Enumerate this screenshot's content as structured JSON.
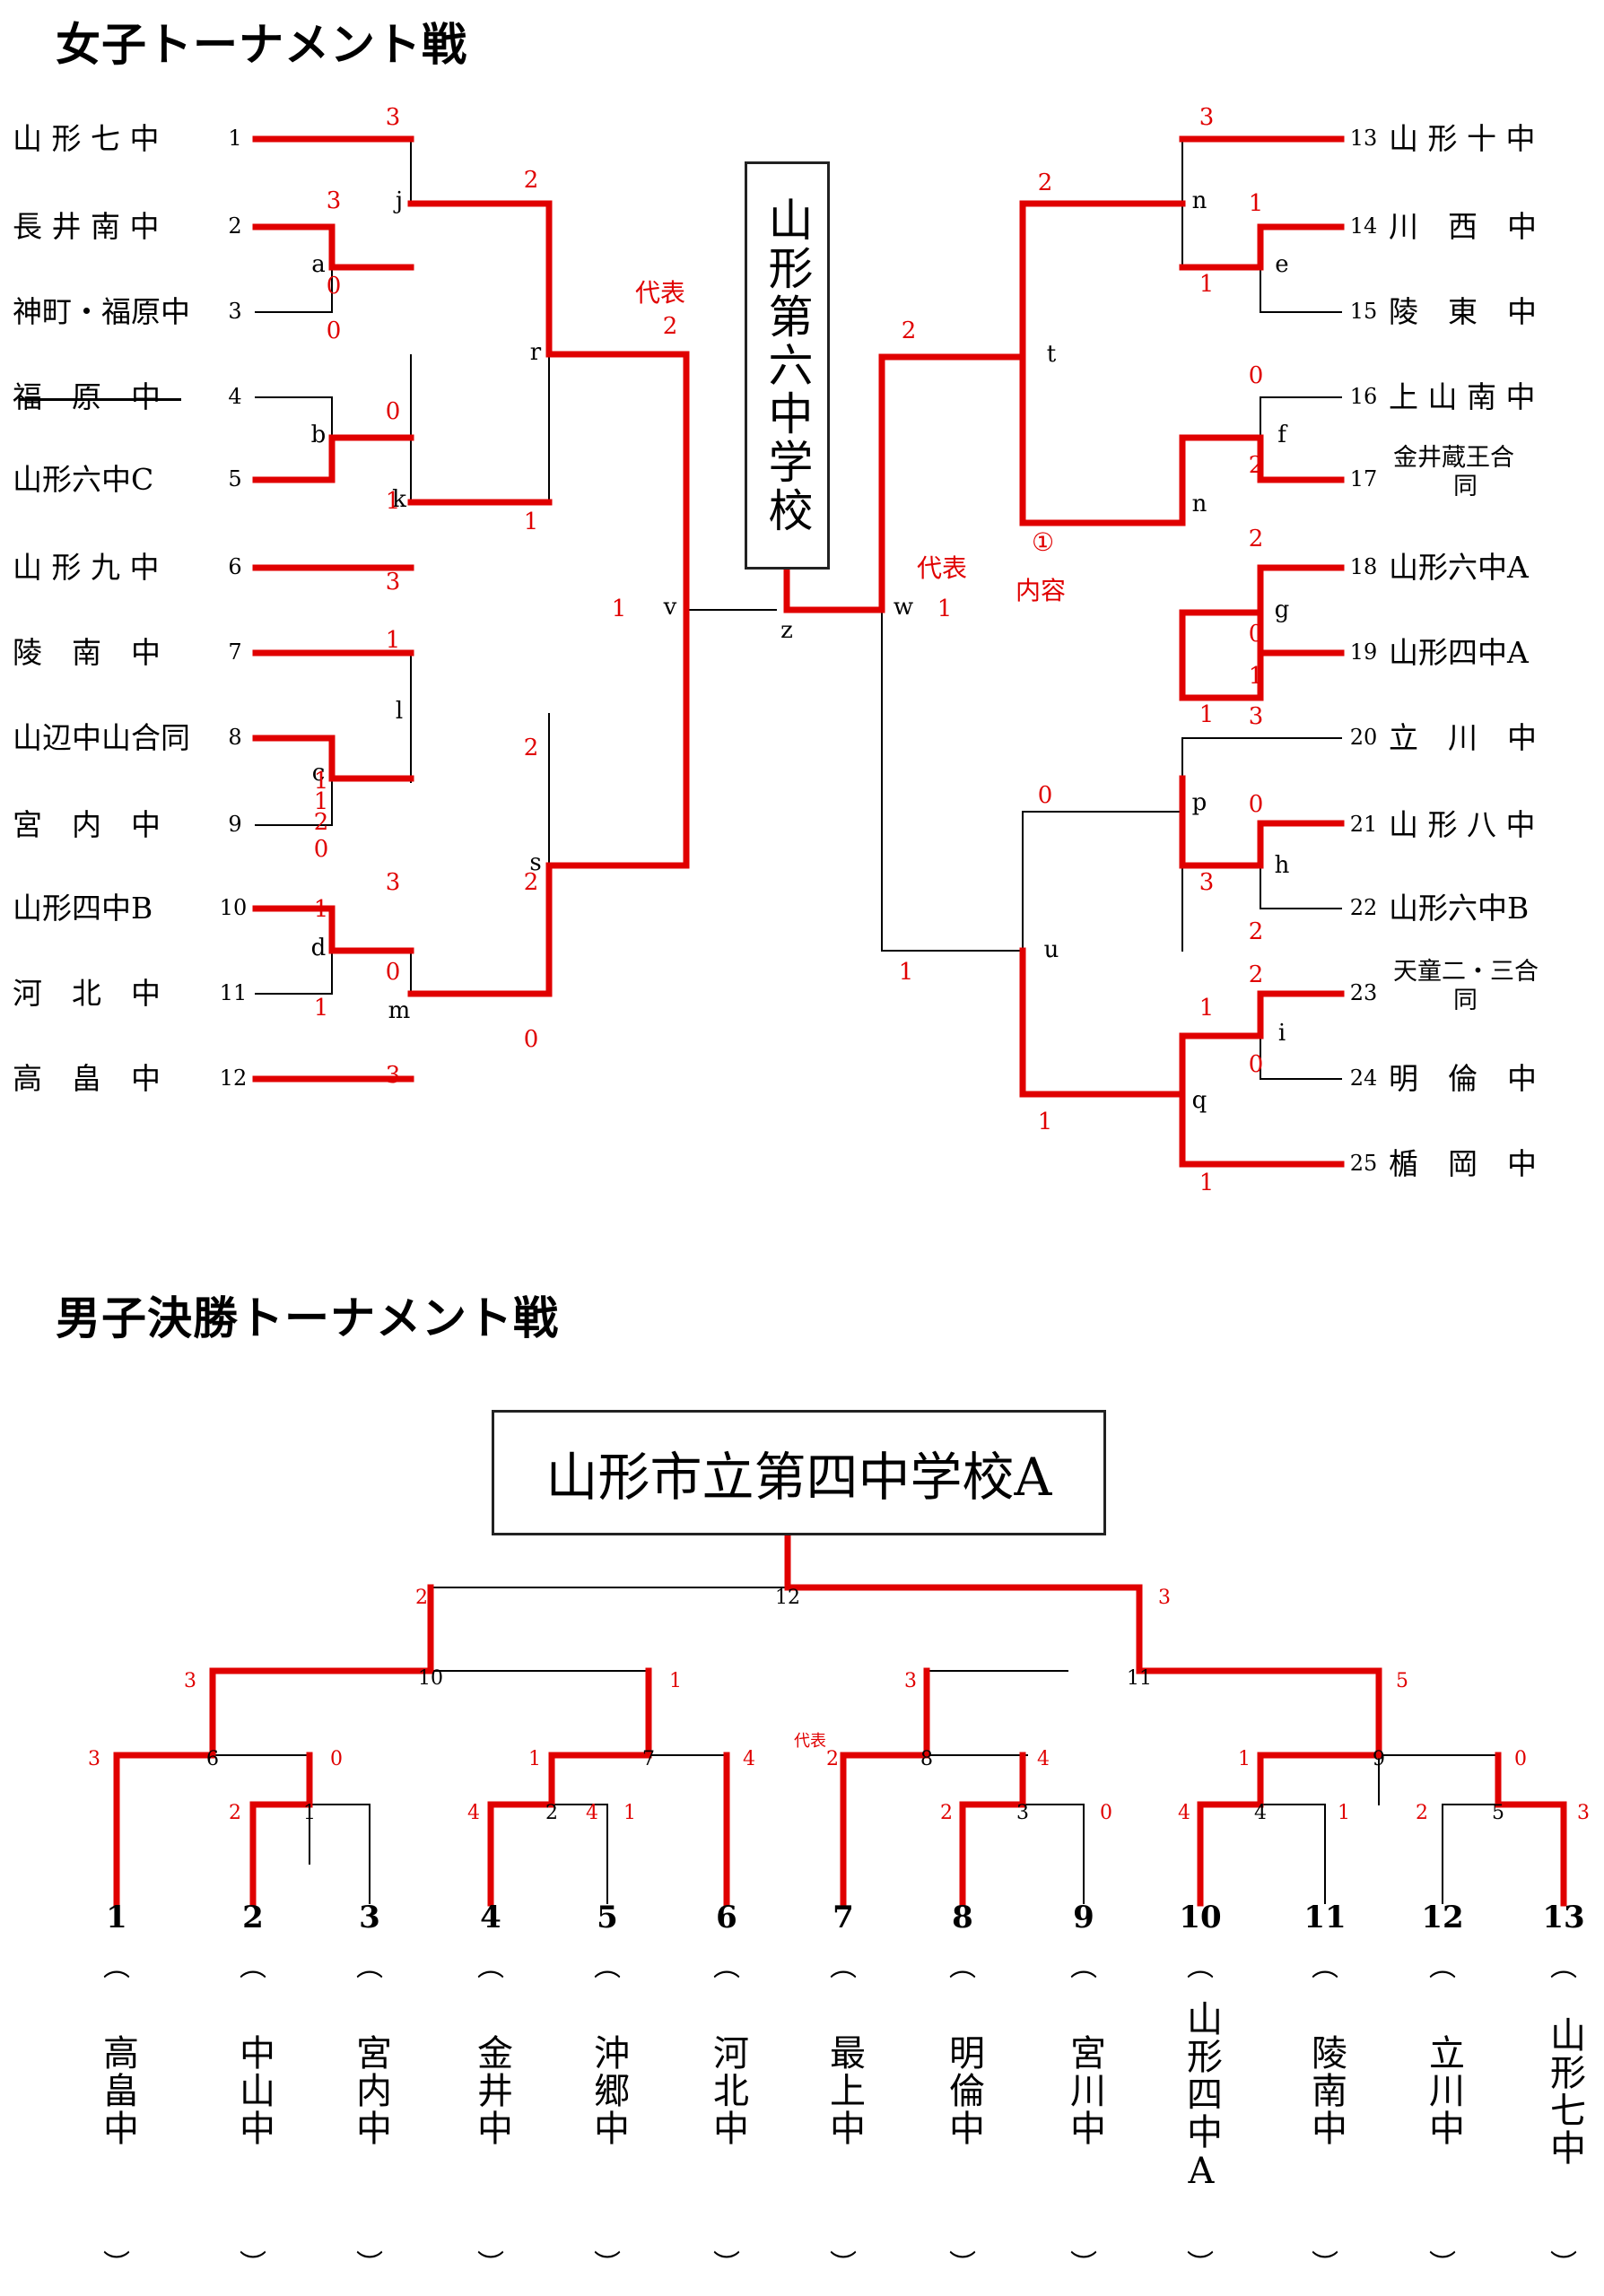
{
  "girls": {
    "title": "女子トーナメント戦",
    "winner": "山形第六中学校",
    "teams": [
      {
        "seed": "1",
        "name": "山 形 七 中"
      },
      {
        "seed": "2",
        "name": "長 井 南 中"
      },
      {
        "seed": "3",
        "name": "神町・福原中"
      },
      {
        "seed": "4",
        "name": "福　原　中"
      },
      {
        "seed": "5",
        "name": "山形六中C"
      },
      {
        "seed": "6",
        "name": "山 形 九 中"
      },
      {
        "seed": "7",
        "name": "陵　南　中"
      },
      {
        "seed": "8",
        "name": "山辺中山合同"
      },
      {
        "seed": "9",
        "name": "宮　内　中"
      },
      {
        "seed": "10",
        "name": "山形四中B"
      },
      {
        "seed": "11",
        "name": "河　北　中"
      },
      {
        "seed": "12",
        "name": "高　畠　中"
      },
      {
        "seed": "13",
        "name": "山 形 十 中"
      },
      {
        "seed": "14",
        "name": "川　西　中"
      },
      {
        "seed": "15",
        "name": "陵　東　中"
      },
      {
        "seed": "16",
        "name": "上 山 南 中"
      },
      {
        "seed": "17",
        "name": "金井蔵王合",
        "name2": "同"
      },
      {
        "seed": "18",
        "name": "山形六中A"
      },
      {
        "seed": "19",
        "name": "山形四中A"
      },
      {
        "seed": "20",
        "name": "立　川　中"
      },
      {
        "seed": "21",
        "name": "山 形 八 中"
      },
      {
        "seed": "22",
        "name": "山形六中B"
      },
      {
        "seed": "23",
        "name": "天童二・三合",
        "name2": "同"
      },
      {
        "seed": "24",
        "name": "明　倫　中"
      },
      {
        "seed": "25",
        "name": "楯　岡　中"
      }
    ],
    "nodes": [
      "a",
      "b",
      "c",
      "d",
      "j",
      "k",
      "l",
      "m",
      "r",
      "s",
      "v",
      "z",
      "w",
      "t",
      "u",
      "n",
      "n",
      "p",
      "q",
      "e",
      "f",
      "g",
      "h",
      "i"
    ],
    "scores": [
      "3",
      "3",
      "0",
      "0",
      "2",
      "0",
      "1",
      "3",
      "2",
      "1",
      "1",
      "2",
      "0",
      "1",
      "2",
      "3",
      "1",
      "2",
      "1",
      "1",
      "3",
      "0",
      "1",
      "0",
      "2",
      "3",
      "2",
      "1",
      "1",
      "0",
      "2",
      "1",
      "2",
      "1",
      "0",
      "3",
      "1",
      "0",
      "0",
      "3",
      "2",
      "1",
      "1",
      "2",
      "0",
      "1",
      "1"
    ],
    "labels": {
      "daihyo": "代表",
      "circle1": "①",
      "naiyo": "内容"
    }
  },
  "boys": {
    "title": "男子決勝トーナメント戦",
    "winner": "山形市立第四中学校A",
    "teams": [
      {
        "num": "1",
        "name": "高畠中"
      },
      {
        "num": "2",
        "name": "中山中"
      },
      {
        "num": "3",
        "name": "宮内中"
      },
      {
        "num": "4",
        "name": "金井中"
      },
      {
        "num": "5",
        "name": "沖郷中"
      },
      {
        "num": "6",
        "name": "河北中"
      },
      {
        "num": "7",
        "name": "最上中"
      },
      {
        "num": "8",
        "name": "明倫中"
      },
      {
        "num": "9",
        "name": "宮川中"
      },
      {
        "num": "10",
        "name": "山形四中A"
      },
      {
        "num": "11",
        "name": "陵南中"
      },
      {
        "num": "12",
        "name": "立川中"
      },
      {
        "num": "13",
        "name": "山形七中"
      }
    ],
    "nodes": [
      "1",
      "2",
      "3",
      "4",
      "5",
      "6",
      "7",
      "8",
      "9",
      "10",
      "11",
      "12"
    ],
    "scores": [
      "3",
      "2",
      "4",
      "1",
      "4",
      "0",
      "4",
      "1",
      "2",
      "3",
      "3",
      "0",
      "1",
      "4",
      "2",
      "2",
      "4",
      "1",
      "3",
      "1",
      "0",
      "5",
      "2",
      "3"
    ],
    "labels": {
      "daihyo": "代表",
      "paren_open": "︵",
      "paren_close": "︶"
    }
  },
  "colors": {
    "win_line": "#e00000",
    "line": "#000000",
    "score": "#e00000"
  }
}
